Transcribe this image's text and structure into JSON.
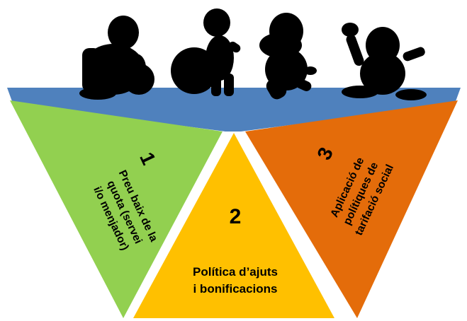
{
  "colors": {
    "top_band": "#4f81bd",
    "segment_1": "#92d050",
    "segment_2": "#ffc000",
    "segment_3": "#e46c0a",
    "silhouettes": "#000000"
  },
  "segments": [
    {
      "number": "1",
      "lines": [
        "Preu baix de la",
        "quota (servei",
        "i/o menjador)"
      ]
    },
    {
      "number": "2",
      "lines": [
        "Política d’ajuts",
        "i bonificacions"
      ]
    },
    {
      "number": "3",
      "lines": [
        "Aplicació de",
        "polítiques de",
        "tarifació social"
      ]
    }
  ]
}
